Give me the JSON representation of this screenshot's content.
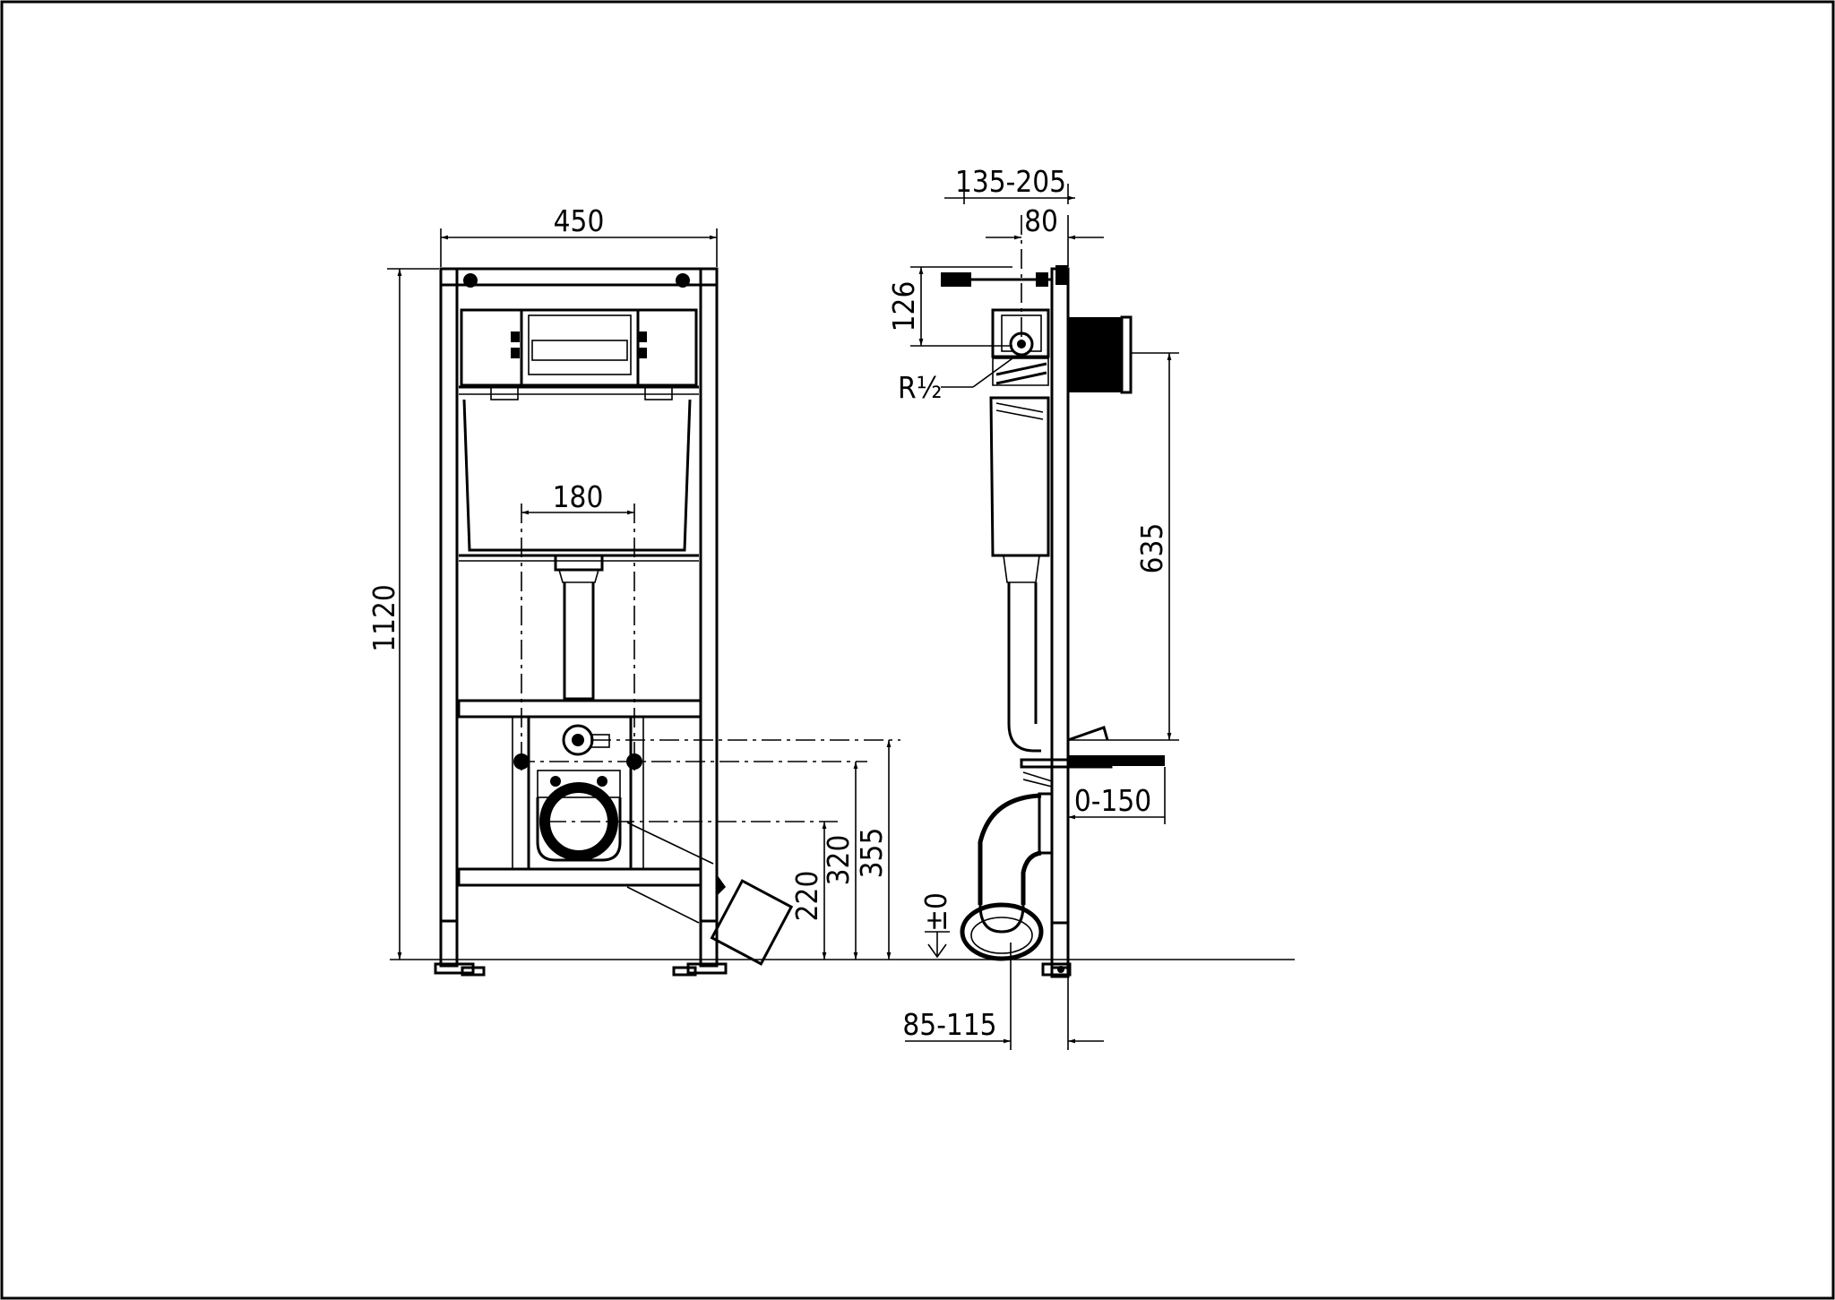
{
  "front_view": {
    "width_label": "450",
    "height_label": "1120",
    "bracket_spacing_label": "180",
    "height_220_label": "220",
    "height_320_label": "320",
    "height_355_label": "355"
  },
  "side_view": {
    "depth_range_label": "135-205",
    "offset_80_label": "80",
    "offset_126_label": "126",
    "thread_label": "R½",
    "height_635_label": "635",
    "adjust_range_label": "0-150",
    "zero_level_label": "±0",
    "floor_offset_label": "85-115"
  }
}
